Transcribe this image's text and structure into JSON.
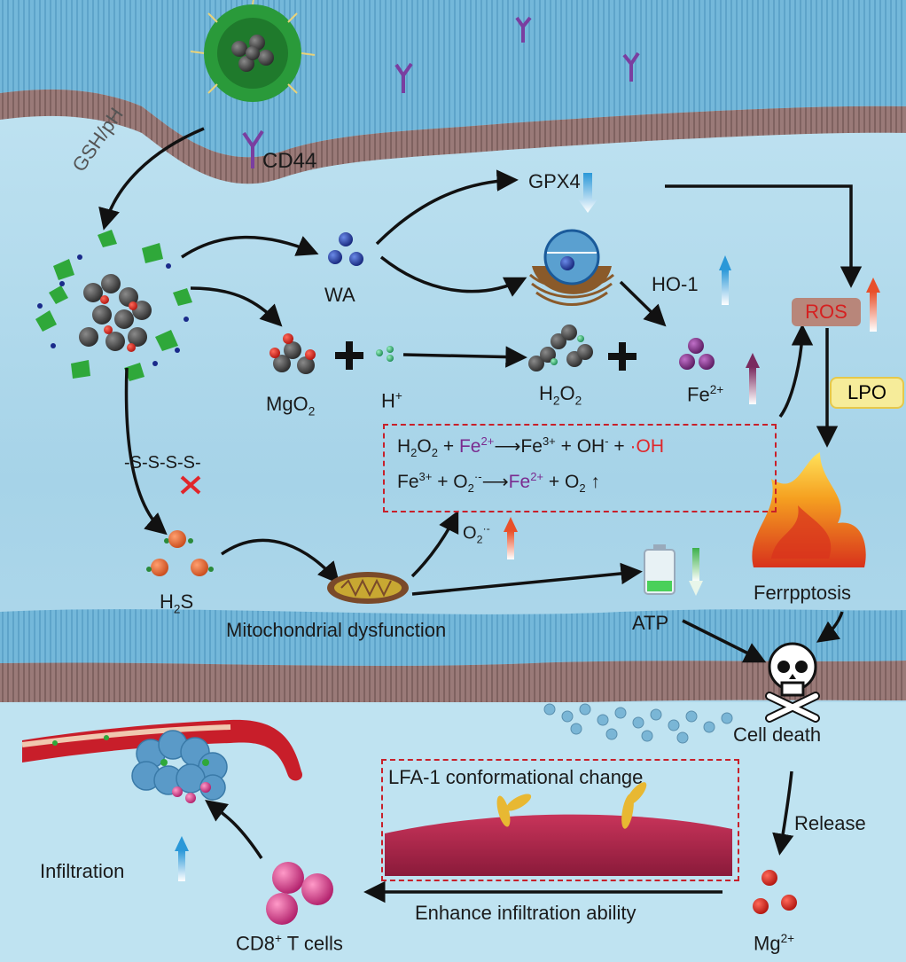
{
  "figure": {
    "labels": {
      "cd44": "CD44",
      "gsh_ph": "GSH/pH",
      "gpx4": "GPX4",
      "wa": "WA",
      "ho1": "HO-1",
      "ros": "ROS",
      "mgo2_base": "MgO",
      "mgo2_sub": "2",
      "h_plus_base": "H",
      "h_plus_sup": "+",
      "h2o2_a": "H",
      "h2o2_sub1": "2",
      "h2o2_b": "O",
      "h2o2_sub2": "2",
      "fe2_base": "Fe",
      "fe2_sup": "2+",
      "lpo": "LPO",
      "polysulfide": "-S-S-S-S-",
      "o2_radical_base": "O",
      "o2_radical_sub": "2",
      "o2_radical_sup": "·-",
      "h2s_a": "H",
      "h2s_sub": "2",
      "h2s_b": "S",
      "mito": "Mitochondrial dysfunction",
      "atp": "ATP",
      "ferroptosis": "Ferrpptosis",
      "cell_death": "Cell death",
      "release": "Release",
      "lfa1": "LFA-1 conformational change",
      "infiltration": "Infiltration",
      "enhance": "Enhance infiltration ability",
      "cd8_base": "CD8",
      "cd8_sup": "+",
      "cd8_rest": " T cells",
      "mg2_base": "Mg",
      "mg2_sup": "2+"
    },
    "equation1": {
      "h": "H",
      "s1": "2",
      "o": "O",
      "s2": "2",
      "plus1": " + ",
      "fe2": "Fe",
      "fe2_sup": "2+",
      "arrow": "⟶",
      "fe3": "Fe",
      "fe3_sup": "3+",
      "plus2": " + OH",
      "oh_sup": "-",
      "plus3": " + ",
      "radical": "·OH"
    },
    "equation2": {
      "fe3": "Fe",
      "fe3_sup": "3+",
      "plus1": " + O",
      "o2_sub": "2",
      "o2_sup": "·-",
      "arrow": "⟶",
      "fe2": "Fe",
      "fe2_sup": "2+",
      "plus2": " + O",
      "o2b_sub": "2",
      "up": " ↑"
    },
    "colors": {
      "membrane": "#6fb6d8",
      "membrane_inner": "#8a6b68",
      "cytoplasm": "#a9d6ea",
      "arrow": "#111111",
      "up_arrow": "#e8603a",
      "down_arrow": "#4aa6d8",
      "fe2": "#7a2b8f",
      "radical": "#e0262b"
    }
  }
}
